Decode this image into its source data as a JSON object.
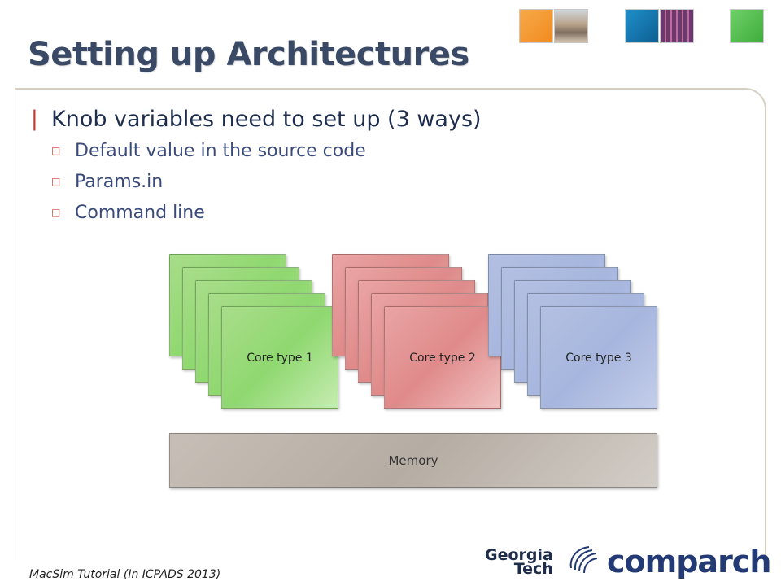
{
  "slide": {
    "title": "Setting up Architectures",
    "bullets": [
      {
        "text": "Knob variables need to set up (3 ways)",
        "sub": [
          {
            "text": "Default value in the source code"
          },
          {
            "text": "Params.in"
          },
          {
            "text": "Command line"
          }
        ]
      }
    ],
    "footer": "MacSim Tutorial (In ICPADS 2013)"
  },
  "diagram": {
    "groups": [
      {
        "label": "Core type 1",
        "color": "#9ddb7c"
      },
      {
        "label": "Core type 2",
        "color": "#e08a8a"
      },
      {
        "label": "Core type 3",
        "color": "#a7b6de"
      }
    ],
    "memory_label": "Memory"
  },
  "logos": {
    "georgia_tech": [
      "Georgia",
      "Tech"
    ],
    "comparch": "comparch"
  },
  "colors": {
    "title": "#3a4a66",
    "bullet_mark": "#c0392b",
    "frame": "#d6cfc2"
  }
}
